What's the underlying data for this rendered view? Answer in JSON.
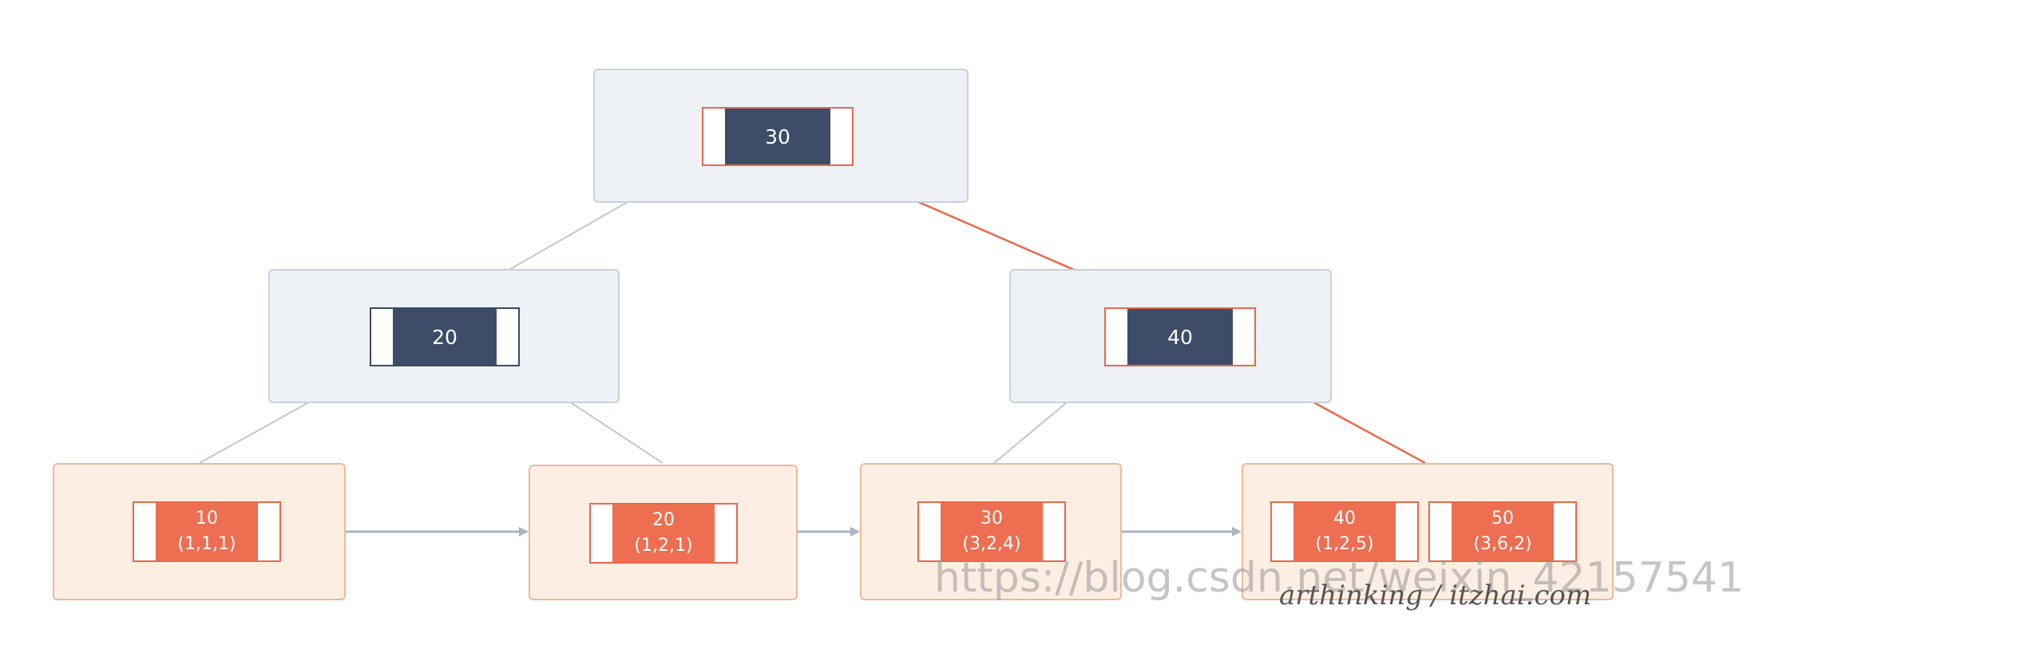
{
  "colors": {
    "internal_fill": "#eef1f6",
    "internal_border": "#c9d1de",
    "leaf_fill": "#fdeee4",
    "leaf_border": "#f0b89a",
    "key_dark": "#3d4d69",
    "key_red": "#ee6e52",
    "highlight_line": "#e8694a",
    "plain_line": "#c6c6c6",
    "arrow": "#a9b4c4"
  },
  "tree": {
    "root": {
      "key": "30"
    },
    "level1": [
      {
        "key": "20"
      },
      {
        "key": "40"
      }
    ],
    "leaves": [
      {
        "keys": [
          {
            "id": "10",
            "tuple": "(1,1,1)"
          }
        ]
      },
      {
        "keys": [
          {
            "id": "20",
            "tuple": "(1,2,1)"
          }
        ]
      },
      {
        "keys": [
          {
            "id": "30",
            "tuple": "(3,2,4)"
          }
        ]
      },
      {
        "keys": [
          {
            "id": "40",
            "tuple": "(1,2,5)"
          },
          {
            "id": "50",
            "tuple": "(3,6,2)"
          }
        ]
      }
    ]
  },
  "watermark": "https://blog.csdn.net/weixin_42157541",
  "signature": "arthinking / itzhai.com"
}
